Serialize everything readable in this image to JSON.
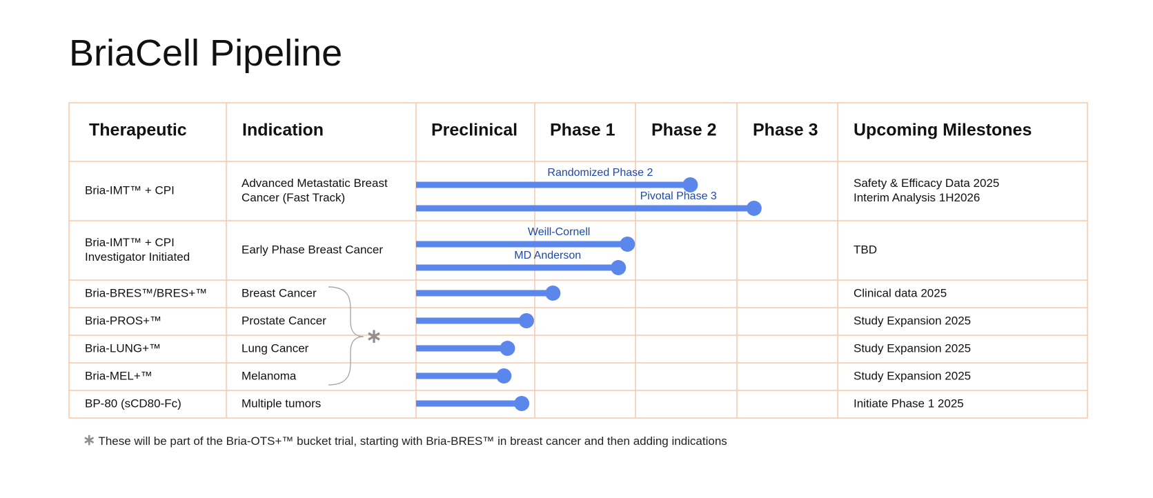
{
  "title": "BriaCell Pipeline",
  "footnote": {
    "marker": "∗",
    "text": "These will be part of the Bria-OTS+™ bucket trial, starting with Bria-BRES™ in breast cancer and then adding indications"
  },
  "colors": {
    "grid": "#f6c9a8",
    "bar": "#5b86ec",
    "bar_label": "#1f47a8",
    "brace": "#a9a9a9"
  },
  "chart_data": {
    "type": "bar",
    "orientation": "horizontal",
    "title": "BriaCell Pipeline",
    "columns": [
      "Therapeutic",
      "Indication",
      "Preclinical",
      "Phase 1",
      "Phase 2",
      "Phase 3",
      "Upcoming Milestones"
    ],
    "x_scale": "stage units: 0 = start of Preclinical, 1 = start of Phase 1, 2 = start of Phase 2, 3 = start of Phase 3, 4 = end of Phase 3",
    "xlim": [
      0,
      4
    ],
    "rows": [
      {
        "therapeutic": [
          "Bria-IMT™ + CPI"
        ],
        "indication": [
          "Advanced Metastatic Breast",
          "Cancer (Fast Track)"
        ],
        "milestones": [
          "Safety & Efficacy Data 2025",
          "Interim Analysis 1H2026"
        ],
        "bars": [
          {
            "label": "Randomized Phase 2",
            "end": 2.54
          },
          {
            "label": "Pivotal Phase 3",
            "end": 3.17
          }
        ]
      },
      {
        "therapeutic": [
          "Bria-IMT™ + CPI",
          "Investigator Initiated"
        ],
        "indication": [
          "Early Phase Breast Cancer"
        ],
        "milestones": [
          "TBD"
        ],
        "bars": [
          {
            "label": "Weill-Cornell",
            "end": 1.92
          },
          {
            "label": "MD Anderson",
            "end": 1.83
          }
        ]
      },
      {
        "therapeutic": [
          "Bria-BRES™/BRES+™"
        ],
        "indication": [
          "Breast Cancer"
        ],
        "milestones": [
          "Clinical data 2025"
        ],
        "bars": [
          {
            "label": "",
            "end": 1.18
          }
        ]
      },
      {
        "therapeutic": [
          "Bria-PROS+™"
        ],
        "indication": [
          "Prostate Cancer"
        ],
        "milestones": [
          "Study Expansion 2025"
        ],
        "bars": [
          {
            "label": "",
            "end": 0.93
          }
        ]
      },
      {
        "therapeutic": [
          "Bria-LUNG+™"
        ],
        "indication": [
          "Lung Cancer"
        ],
        "milestones": [
          "Study Expansion 2025"
        ],
        "bars": [
          {
            "label": "",
            "end": 0.77
          }
        ]
      },
      {
        "therapeutic": [
          "Bria-MEL+™"
        ],
        "indication": [
          "Melanoma"
        ],
        "milestones": [
          "Study Expansion 2025"
        ],
        "bars": [
          {
            "label": "",
            "end": 0.74
          }
        ]
      },
      {
        "therapeutic": [
          "BP-80 (sCD80-Fc)"
        ],
        "indication": [
          "Multiple tumors"
        ],
        "milestones": [
          "Initiate Phase 1 2025"
        ],
        "bars": [
          {
            "label": "",
            "end": 0.89
          }
        ]
      }
    ],
    "bracket": {
      "marker": "∗",
      "rows": [
        2,
        3,
        4,
        5
      ]
    }
  }
}
